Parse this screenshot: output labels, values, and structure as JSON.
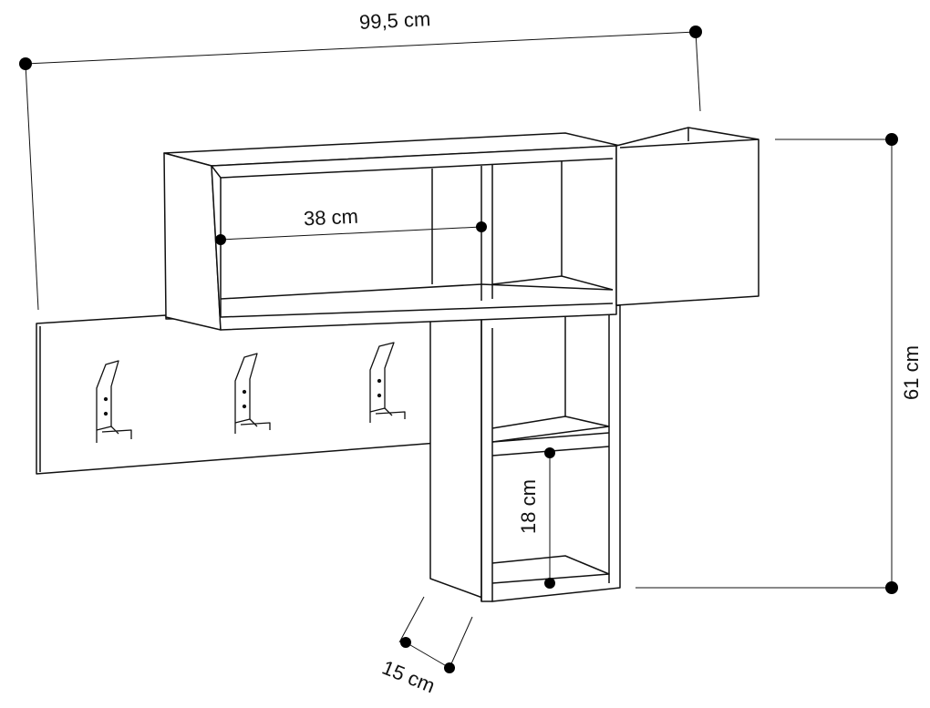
{
  "dimensions": {
    "total_width": "99,5 cm",
    "compartment_width": "38 cm",
    "total_height": "61 cm",
    "compartment_height": "18 cm",
    "depth": "15 cm"
  },
  "colors": {
    "line": "#111111",
    "dot": "#000000",
    "fill": "#ffffff"
  }
}
